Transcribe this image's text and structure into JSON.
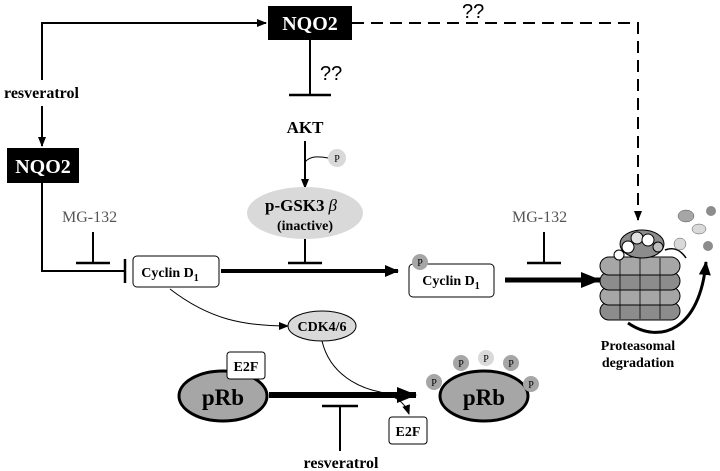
{
  "labels": {
    "nqo2_top": "NQO2",
    "nqo2_left": "NQO2",
    "resveratrol_left": "resveratrol",
    "resveratrol_bottom": "resveratrol",
    "unknown_top": "??",
    "unknown_mid": "??",
    "akt": "AKT",
    "p": "P",
    "pgsk3": "p-GSK3",
    "beta": "β",
    "inactive": "(inactive)",
    "mg132_left": "MG-132",
    "mg132_right": "MG-132",
    "cyclin": "Cyclin D",
    "cyclin_sub": "1",
    "cdk46": "CDK4/6",
    "e2f": "E2F",
    "prb": "pRb",
    "proteasomal": "Proteasomal",
    "degradation": "degradation"
  },
  "colors": {
    "black": "#000000",
    "grey_fill": "#d9d9d9",
    "dark_grey": "#8c8c8c",
    "mid_grey": "#a6a6a6"
  }
}
